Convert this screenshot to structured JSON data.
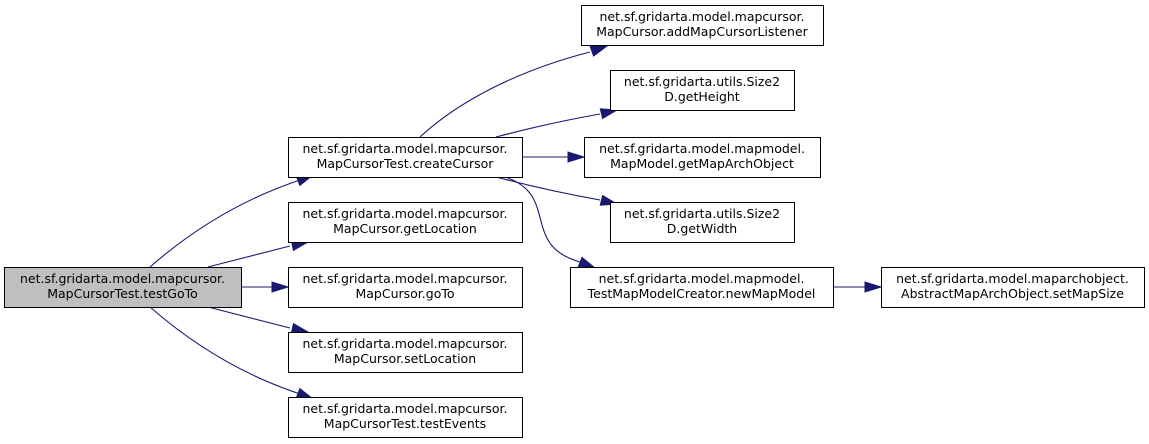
{
  "diagram": {
    "type": "call-graph",
    "colors": {
      "root_fill": "#bfbfbf",
      "node_fill": "#ffffff",
      "edge": "#191970"
    },
    "nodes": [
      {
        "id": "testGoTo",
        "lines": [
          "net.sf.gridarta.model.mapcursor.",
          "MapCursorTest.testGoTo"
        ],
        "root": true
      },
      {
        "id": "createCursor",
        "lines": [
          "net.sf.gridarta.model.mapcursor.",
          "MapCursorTest.createCursor"
        ]
      },
      {
        "id": "getLocation",
        "lines": [
          "net.sf.gridarta.model.mapcursor.",
          "MapCursor.getLocation"
        ]
      },
      {
        "id": "goTo",
        "lines": [
          "net.sf.gridarta.model.mapcursor.",
          "MapCursor.goTo"
        ]
      },
      {
        "id": "setLocation",
        "lines": [
          "net.sf.gridarta.model.mapcursor.",
          "MapCursor.setLocation"
        ]
      },
      {
        "id": "testEvents",
        "lines": [
          "net.sf.gridarta.model.mapcursor.",
          "MapCursorTest.testEvents"
        ]
      },
      {
        "id": "addMapCursorListener",
        "lines": [
          "net.sf.gridarta.model.mapcursor.",
          "MapCursor.addMapCursorListener"
        ]
      },
      {
        "id": "getHeight",
        "lines": [
          "net.sf.gridarta.utils.Size2",
          "D.getHeight"
        ]
      },
      {
        "id": "getMapArchObject",
        "lines": [
          "net.sf.gridarta.model.mapmodel.",
          "MapModel.getMapArchObject"
        ]
      },
      {
        "id": "getWidth",
        "lines": [
          "net.sf.gridarta.utils.Size2",
          "D.getWidth"
        ]
      },
      {
        "id": "newMapModel",
        "lines": [
          "net.sf.gridarta.model.mapmodel.",
          "TestMapModelCreator.newMapModel"
        ]
      },
      {
        "id": "setMapSize",
        "lines": [
          "net.sf.gridarta.model.maparchobject.",
          "AbstractMapArchObject.setMapSize"
        ]
      }
    ],
    "edges": [
      {
        "from": "testGoTo",
        "to": "createCursor"
      },
      {
        "from": "testGoTo",
        "to": "getLocation"
      },
      {
        "from": "testGoTo",
        "to": "goTo"
      },
      {
        "from": "testGoTo",
        "to": "setLocation"
      },
      {
        "from": "testGoTo",
        "to": "testEvents"
      },
      {
        "from": "createCursor",
        "to": "addMapCursorListener"
      },
      {
        "from": "createCursor",
        "to": "getHeight"
      },
      {
        "from": "createCursor",
        "to": "getMapArchObject"
      },
      {
        "from": "createCursor",
        "to": "getWidth"
      },
      {
        "from": "createCursor",
        "to": "newMapModel"
      },
      {
        "from": "newMapModel",
        "to": "setMapSize"
      }
    ]
  }
}
